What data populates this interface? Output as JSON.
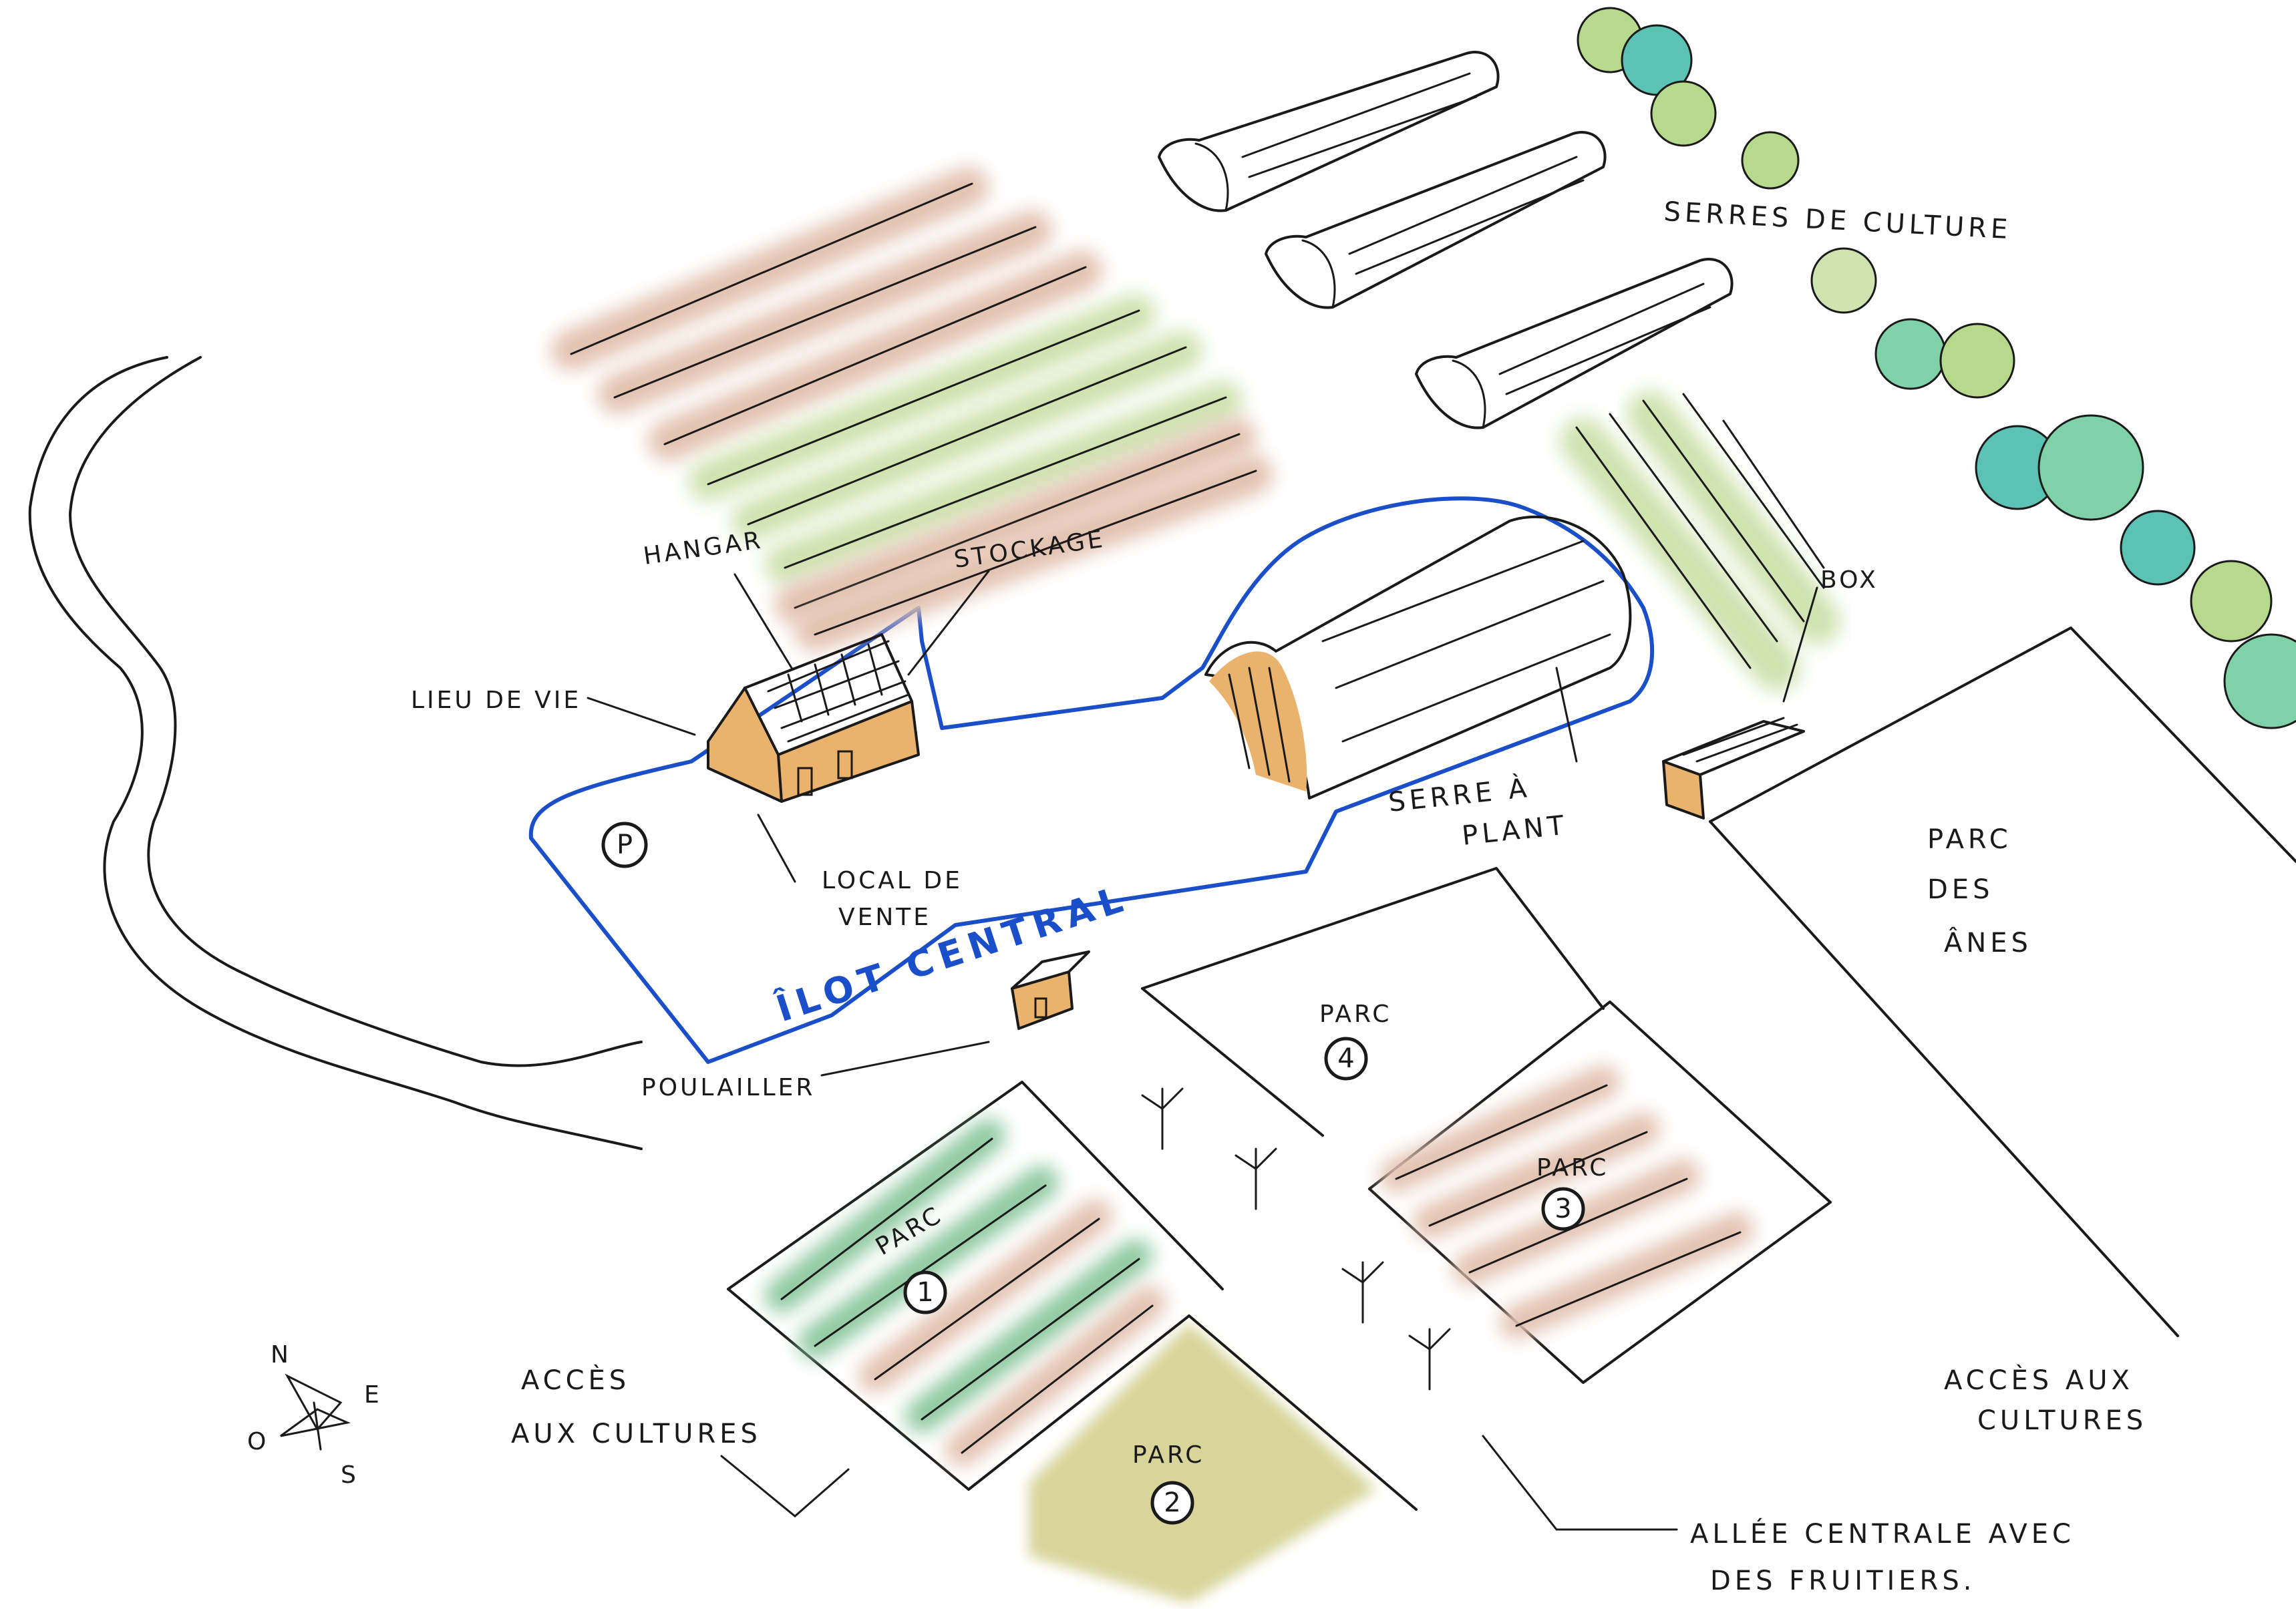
{
  "labels": {
    "serres_culture": "SERRES DE CULTURE",
    "hangar": "HANGAR",
    "stockage": "STOCKAGE",
    "lieu_de_vie": "LIEU DE VIE",
    "local_line1": "LOCAL DE",
    "local_line2": "VENTE",
    "ilot_central": "ÎLOT CENTRAL",
    "serre_line1": "SERRE À",
    "serre_line2": "PLANT",
    "box": "BOX",
    "parc_anes_1": "PARC",
    "parc_anes_2": "DES",
    "parc_anes_3": "ÂNES",
    "poulailler": "POULAILLER",
    "parc": "PARC",
    "acces_left_1": "ACCÈS",
    "acces_left_2": "AUX CULTURES",
    "acces_right_1": "ACCÈS AUX",
    "acces_right_2": "CULTURES",
    "allee_1": "ALLÉE CENTRALE AVEC",
    "allee_2": "DES FRUITIERS.",
    "parking": "P"
  },
  "parcs": [
    {
      "number": "1"
    },
    {
      "number": "2"
    },
    {
      "number": "3"
    },
    {
      "number": "4"
    }
  ],
  "compass": {
    "n": "N",
    "e": "E",
    "s": "S",
    "o": "O"
  },
  "colors": {
    "ink": "#1a1a1a",
    "ilot_outline": "#1b4fc9",
    "building": "#e9b36e",
    "crop_pink": "#e3c2b0",
    "crop_green": "#cfe3b0",
    "crop_dark_green": "#8fc9a0",
    "meadow": "#d8d49a",
    "tree_light": "#b7d98c",
    "tree_teal": "#5cc2b4",
    "tree_mint": "#7fd1a8"
  }
}
